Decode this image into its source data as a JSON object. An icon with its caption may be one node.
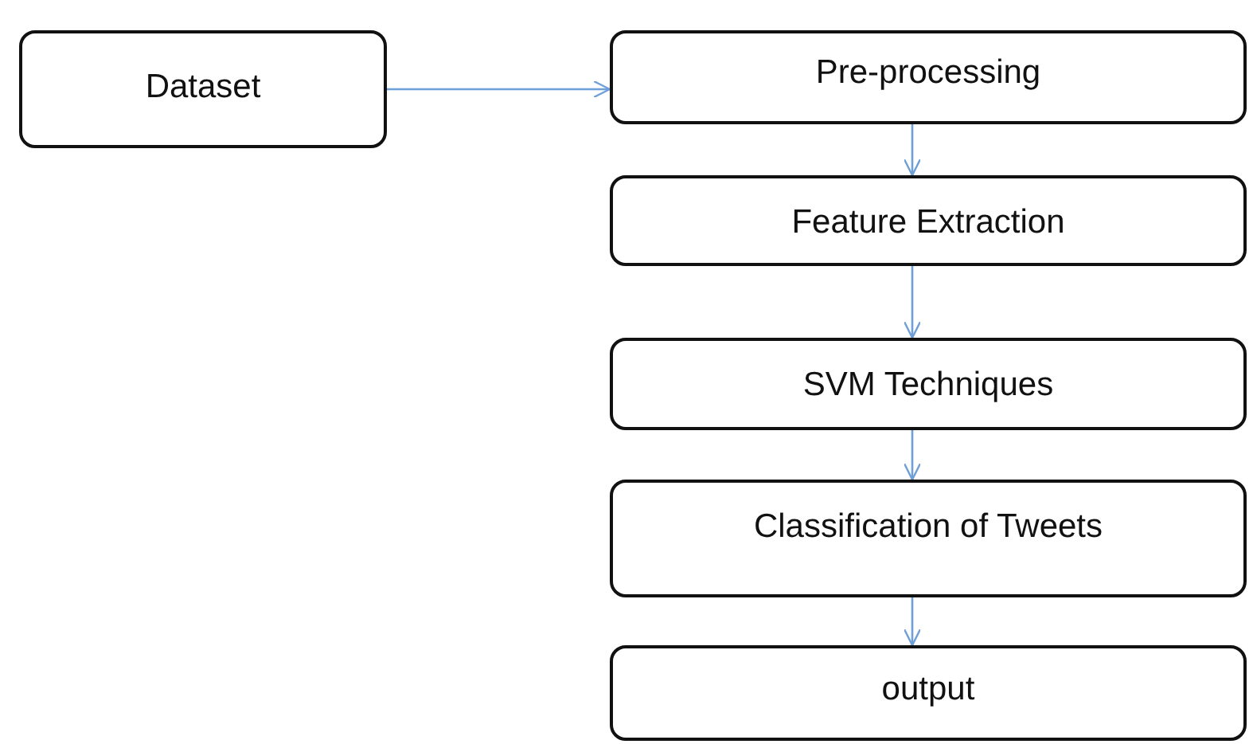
{
  "diagram": {
    "nodes": [
      {
        "text": [
          "Dataset"
        ]
      },
      {
        "text": [
          "Pre-processing"
        ]
      },
      {
        "text": [
          "Feature Extraction"
        ]
      },
      {
        "text": [
          "SVM Techniques"
        ]
      },
      {
        "text": [
          "Classification of Tweets"
        ]
      },
      {
        "text": [
          "output"
        ]
      }
    ],
    "edges": [
      {
        "from": 0,
        "to": 1,
        "arrow": "to"
      },
      {
        "from": 1,
        "to": 2,
        "arrow": "to"
      },
      {
        "from": 2,
        "to": 3,
        "arrow": "to"
      },
      {
        "from": 3,
        "to": 4,
        "arrow": "to"
      },
      {
        "from": 4,
        "to": 5,
        "arrow": "to"
      }
    ]
  }
}
